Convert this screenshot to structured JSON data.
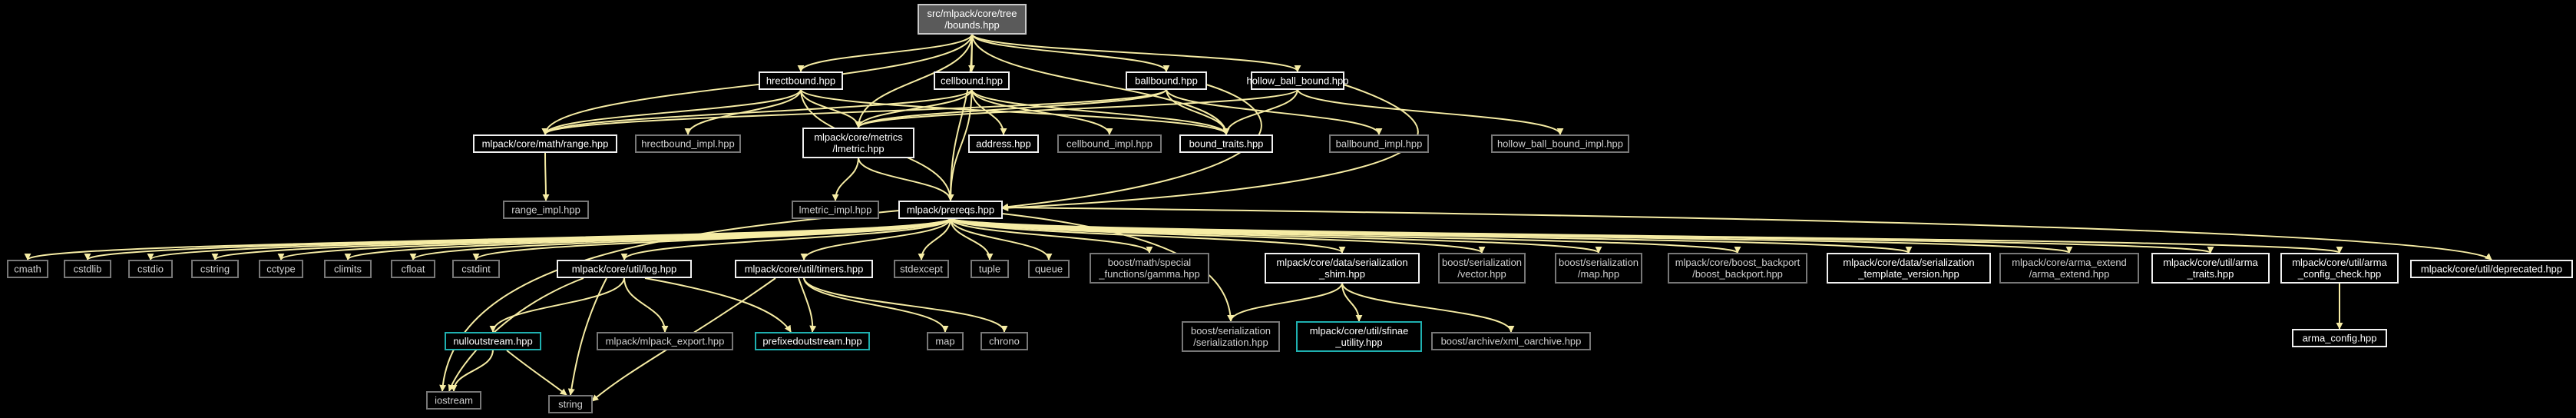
{
  "colors": {
    "background": "#000000",
    "edge": "#f6eca4",
    "root_fill": "#5a5a5a",
    "root_stroke": "#c8c8c8",
    "documented_stroke": "#f0f0f0",
    "undocumented_stroke": "#777777",
    "highlight_stroke": "#1fb0b0",
    "text_light": "#ffffff",
    "text_dim": "#cfcfcf"
  },
  "nodes": {
    "bounds": {
      "lines": [
        "src/mlpack/core/tree",
        "/bounds.hpp"
      ],
      "style": "root"
    },
    "hrectbound": {
      "lines": [
        "hrectbound.hpp"
      ],
      "style": "doc"
    },
    "cellbound": {
      "lines": [
        "cellbound.hpp"
      ],
      "style": "doc"
    },
    "ballbound": {
      "lines": [
        "ballbound.hpp"
      ],
      "style": "doc"
    },
    "hollow_ball_bound": {
      "lines": [
        "hollow_ball_bound.hpp"
      ],
      "style": "doc"
    },
    "range": {
      "lines": [
        "mlpack/core/math/range.hpp"
      ],
      "style": "doc"
    },
    "hrectbound_impl": {
      "lines": [
        "hrectbound_impl.hpp"
      ],
      "style": "undoc"
    },
    "lmetric": {
      "lines": [
        "mlpack/core/metrics",
        "/lmetric.hpp"
      ],
      "style": "doc"
    },
    "address": {
      "lines": [
        "address.hpp"
      ],
      "style": "doc"
    },
    "cellbound_impl": {
      "lines": [
        "cellbound_impl.hpp"
      ],
      "style": "undoc"
    },
    "bound_traits": {
      "lines": [
        "bound_traits.hpp"
      ],
      "style": "doc"
    },
    "ballbound_impl": {
      "lines": [
        "ballbound_impl.hpp"
      ],
      "style": "undoc"
    },
    "hollow_ball_bound_impl": {
      "lines": [
        "hollow_ball_bound_impl.hpp"
      ],
      "style": "undoc"
    },
    "range_impl": {
      "lines": [
        "range_impl.hpp"
      ],
      "style": "undoc"
    },
    "lmetric_impl": {
      "lines": [
        "lmetric_impl.hpp"
      ],
      "style": "undoc"
    },
    "prereqs": {
      "lines": [
        "mlpack/prereqs.hpp"
      ],
      "style": "doc"
    },
    "cmath": {
      "lines": [
        "cmath"
      ],
      "style": "undoc"
    },
    "cstdlib": {
      "lines": [
        "cstdlib"
      ],
      "style": "undoc"
    },
    "cstdio": {
      "lines": [
        "cstdio"
      ],
      "style": "undoc"
    },
    "cstring": {
      "lines": [
        "cstring"
      ],
      "style": "undoc"
    },
    "cctype": {
      "lines": [
        "cctype"
      ],
      "style": "undoc"
    },
    "climits": {
      "lines": [
        "climits"
      ],
      "style": "undoc"
    },
    "cfloat": {
      "lines": [
        "cfloat"
      ],
      "style": "undoc"
    },
    "cstdint": {
      "lines": [
        "cstdint"
      ],
      "style": "undoc"
    },
    "log": {
      "lines": [
        "mlpack/core/util/log.hpp"
      ],
      "style": "doc"
    },
    "timers": {
      "lines": [
        "mlpack/core/util/timers.hpp"
      ],
      "style": "doc"
    },
    "stdexcept": {
      "lines": [
        "stdexcept"
      ],
      "style": "undoc"
    },
    "tuple": {
      "lines": [
        "tuple"
      ],
      "style": "undoc"
    },
    "queue": {
      "lines": [
        "queue"
      ],
      "style": "undoc"
    },
    "gamma": {
      "lines": [
        "boost/math/special",
        "_functions/gamma.hpp"
      ],
      "style": "undoc"
    },
    "shim": {
      "lines": [
        "mlpack/core/data/serialization",
        "_shim.hpp"
      ],
      "style": "doc"
    },
    "vector": {
      "lines": [
        "boost/serialization",
        "/vector.hpp"
      ],
      "style": "undoc"
    },
    "map_hpp": {
      "lines": [
        "boost/serialization",
        "/map.hpp"
      ],
      "style": "undoc"
    },
    "backport": {
      "lines": [
        "mlpack/core/boost_backport",
        "/boost_backport.hpp"
      ],
      "style": "undoc"
    },
    "template_version": {
      "lines": [
        "mlpack/core/data/serialization",
        "_template_version.hpp"
      ],
      "style": "doc"
    },
    "arma_extend": {
      "lines": [
        "mlpack/core/arma_extend",
        "/arma_extend.hpp"
      ],
      "style": "undoc"
    },
    "arma_traits": {
      "lines": [
        "mlpack/core/util/arma",
        "_traits.hpp"
      ],
      "style": "doc"
    },
    "config_check": {
      "lines": [
        "mlpack/core/util/arma",
        "_config_check.hpp"
      ],
      "style": "doc"
    },
    "deprecated": {
      "lines": [
        "mlpack/core/util/deprecated.hpp"
      ],
      "style": "doc"
    },
    "nulloutstream": {
      "lines": [
        "nulloutstream.hpp"
      ],
      "style": "hl"
    },
    "mlpack_export": {
      "lines": [
        "mlpack/mlpack_export.hpp"
      ],
      "style": "undoc"
    },
    "prefixedoutstream": {
      "lines": [
        "prefixedoutstream.hpp"
      ],
      "style": "hl"
    },
    "map": {
      "lines": [
        "map"
      ],
      "style": "undoc"
    },
    "chrono": {
      "lines": [
        "chrono"
      ],
      "style": "undoc"
    },
    "serialization": {
      "lines": [
        "boost/serialization",
        "/serialization.hpp"
      ],
      "style": "undoc"
    },
    "sfinae": {
      "lines": [
        "mlpack/core/util/sfinae",
        "_utility.hpp"
      ],
      "style": "hl"
    },
    "xml_oarchive": {
      "lines": [
        "boost/archive/xml_oarchive.hpp"
      ],
      "style": "undoc"
    },
    "arma_config": {
      "lines": [
        "arma_config.hpp"
      ],
      "style": "doc"
    },
    "iostream": {
      "lines": [
        "iostream"
      ],
      "style": "undoc"
    },
    "string": {
      "lines": [
        "string"
      ],
      "style": "undoc"
    }
  },
  "edges": [
    [
      "bounds",
      "hrectbound"
    ],
    [
      "bounds",
      "cellbound"
    ],
    [
      "bounds",
      "ballbound"
    ],
    [
      "bounds",
      "hollow_ball_bound"
    ],
    [
      "bounds",
      "range"
    ],
    [
      "bounds",
      "lmetric"
    ],
    [
      "bounds",
      "bound_traits"
    ],
    [
      "bounds",
      "prereqs"
    ],
    [
      "hrectbound",
      "range"
    ],
    [
      "hrectbound",
      "hrectbound_impl"
    ],
    [
      "hrectbound",
      "lmetric"
    ],
    [
      "hrectbound",
      "bound_traits"
    ],
    [
      "hrectbound",
      "prereqs"
    ],
    [
      "cellbound",
      "range"
    ],
    [
      "cellbound",
      "lmetric"
    ],
    [
      "cellbound",
      "address"
    ],
    [
      "cellbound",
      "cellbound_impl"
    ],
    [
      "cellbound",
      "bound_traits"
    ],
    [
      "cellbound",
      "prereqs"
    ],
    [
      "ballbound",
      "range"
    ],
    [
      "ballbound",
      "lmetric"
    ],
    [
      "ballbound",
      "bound_traits"
    ],
    [
      "ballbound",
      "ballbound_impl"
    ],
    [
      "ballbound",
      "prereqs"
    ],
    [
      "hollow_ball_bound",
      "lmetric"
    ],
    [
      "hollow_ball_bound",
      "bound_traits"
    ],
    [
      "hollow_ball_bound",
      "hollow_ball_bound_impl"
    ],
    [
      "hollow_ball_bound",
      "prereqs"
    ],
    [
      "range",
      "range_impl"
    ],
    [
      "lmetric",
      "lmetric_impl"
    ],
    [
      "lmetric",
      "prereqs"
    ],
    [
      "prereqs",
      "cmath"
    ],
    [
      "prereqs",
      "cstdlib"
    ],
    [
      "prereqs",
      "cstdio"
    ],
    [
      "prereqs",
      "cstring"
    ],
    [
      "prereqs",
      "cctype"
    ],
    [
      "prereqs",
      "climits"
    ],
    [
      "prereqs",
      "cfloat"
    ],
    [
      "prereqs",
      "cstdint"
    ],
    [
      "prereqs",
      "log"
    ],
    [
      "prereqs",
      "timers"
    ],
    [
      "prereqs",
      "stdexcept"
    ],
    [
      "prereqs",
      "tuple"
    ],
    [
      "prereqs",
      "queue"
    ],
    [
      "prereqs",
      "gamma"
    ],
    [
      "prereqs",
      "shim"
    ],
    [
      "prereqs",
      "vector"
    ],
    [
      "prereqs",
      "map_hpp"
    ],
    [
      "prereqs",
      "backport"
    ],
    [
      "prereqs",
      "template_version"
    ],
    [
      "prereqs",
      "arma_extend"
    ],
    [
      "prereqs",
      "arma_traits"
    ],
    [
      "prereqs",
      "config_check"
    ],
    [
      "prereqs",
      "deprecated"
    ],
    [
      "prereqs",
      "iostream"
    ],
    [
      "prereqs",
      "serialization"
    ],
    [
      "log",
      "nulloutstream"
    ],
    [
      "log",
      "mlpack_export"
    ],
    [
      "log",
      "prefixedoutstream"
    ],
    [
      "log",
      "string"
    ],
    [
      "log",
      "iostream"
    ],
    [
      "timers",
      "map"
    ],
    [
      "timers",
      "chrono"
    ],
    [
      "timers",
      "string"
    ],
    [
      "timers",
      "prefixedoutstream"
    ],
    [
      "nulloutstream",
      "iostream"
    ],
    [
      "nulloutstream",
      "string"
    ],
    [
      "shim",
      "serialization"
    ],
    [
      "shim",
      "sfinae"
    ],
    [
      "shim",
      "xml_oarchive"
    ],
    [
      "config_check",
      "arma_config"
    ]
  ]
}
